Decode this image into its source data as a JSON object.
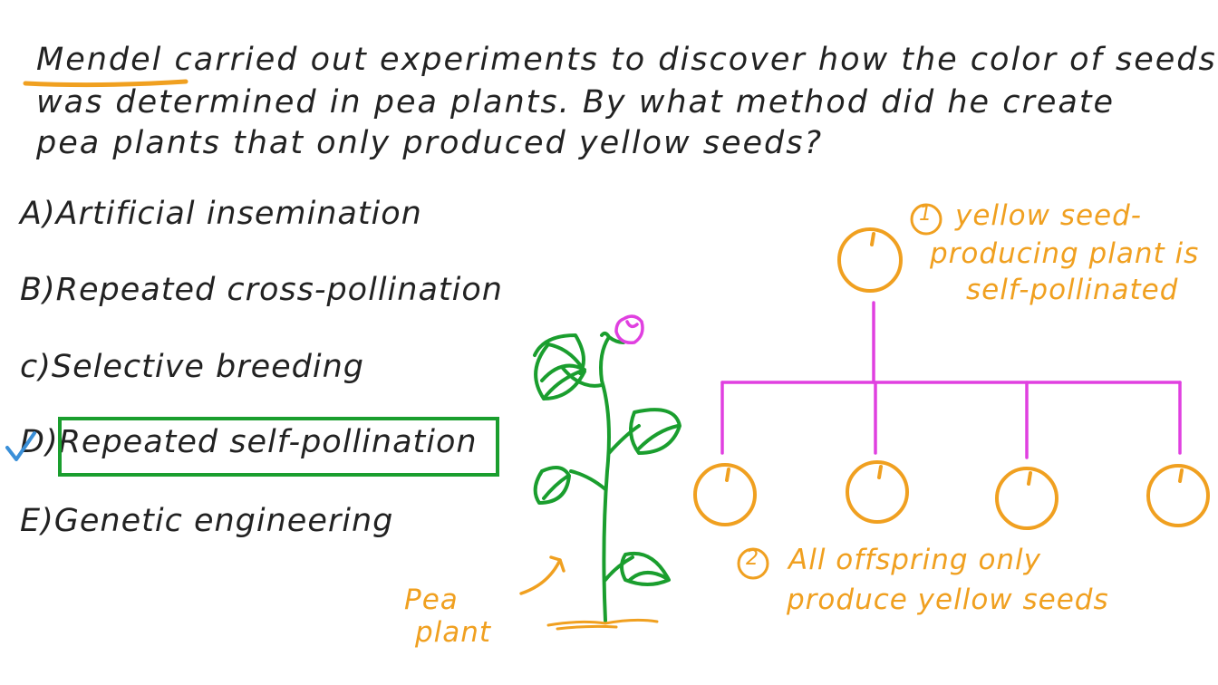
{
  "question": {
    "highlight_word": "Mendel",
    "line1_rest": " carried out experiments to discover how the color of seeds",
    "line2": "was determined in pea plants. By what method did he create",
    "line3": "pea plants that only produced yellow seeds?"
  },
  "options": [
    {
      "letter": "A)",
      "text": "Artificial insemination"
    },
    {
      "letter": "B)",
      "text": "Repeated cross-pollination"
    },
    {
      "letter": "c)",
      "text": "Selective breeding"
    },
    {
      "letter": "D)",
      "text": "Repeated self-pollination",
      "correct": true
    },
    {
      "letter": "E)",
      "text": "Genetic engineering"
    }
  ],
  "diagram": {
    "step1_num": "1",
    "step1_lines": [
      "yellow seed-",
      "producing plant is",
      "self-pollinated"
    ],
    "step2_num": "2",
    "step2_lines": [
      "All offspring only",
      "produce yellow seeds"
    ],
    "plant_label_lines": [
      "Pea",
      "plant"
    ],
    "offspring_count": 4
  },
  "colors": {
    "ink": "#222222",
    "accent_orange": "#f0a020",
    "magenta": "#e040e0",
    "green": "#1a9e2e",
    "check_blue": "#3a8fd8"
  }
}
